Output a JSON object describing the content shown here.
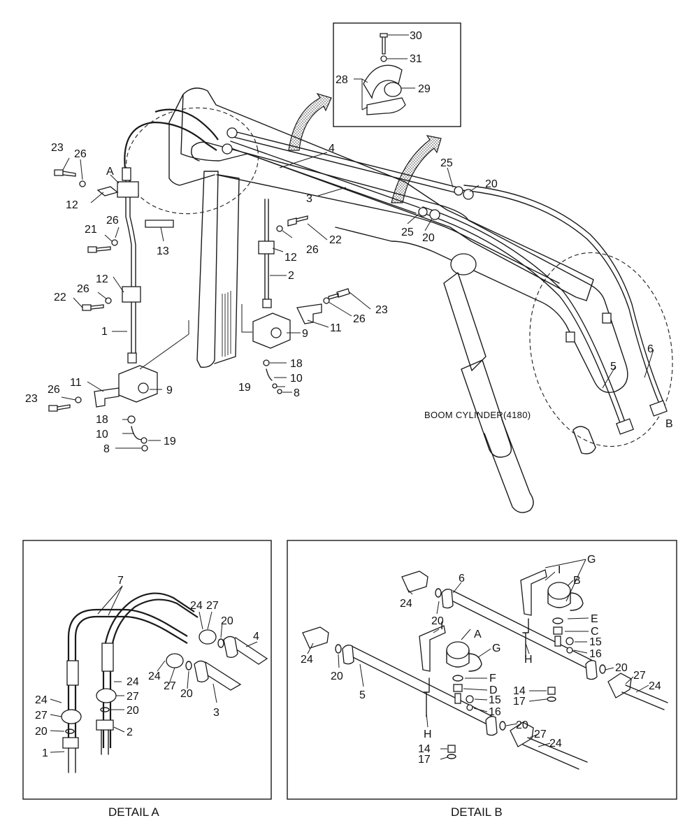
{
  "main_labels": {
    "n30": "30",
    "n31": "31",
    "n28": "28",
    "n29": "29",
    "n23a": "23",
    "n26a": "26",
    "nA": "A",
    "n12a": "12",
    "n4": "4",
    "n3": "3",
    "n25a": "25",
    "n20a": "20",
    "n25b": "25",
    "n20b": "20",
    "n21": "21",
    "n26b": "26",
    "n13": "13",
    "n12b": "12",
    "n26c": "26",
    "n22a": "22",
    "n2": "2",
    "n12c": "12",
    "n26d": "26",
    "n22b": "22",
    "n23b": "23",
    "n26e": "26",
    "n11a": "11",
    "n9a": "9",
    "n1": "1",
    "n18a": "18",
    "n10a": "10",
    "n19a": "19",
    "n8a": "8",
    "n11b": "11",
    "n9b": "9",
    "n23c": "23",
    "n26f": "26",
    "n18b": "18",
    "n10b": "10",
    "n19b": "19",
    "n8b": "8",
    "n6": "6",
    "n5": "5",
    "nB": "B",
    "boom_note": "BOOM CYLINDER(4180)"
  },
  "detail_a": {
    "caption": "DETAIL A",
    "n7": "7",
    "n24a": "24",
    "n27a": "27",
    "n20a": "20",
    "n4": "4",
    "n24b": "24",
    "n27b": "27",
    "n20b": "20",
    "n3": "3",
    "n24c": "24",
    "n27c": "27",
    "n20c": "20",
    "n2": "2",
    "n24d": "24",
    "n27d": "27",
    "n20d": "20",
    "n1": "1"
  },
  "detail_b": {
    "caption": "DETAIL B",
    "nG1": "G",
    "nI1": "I",
    "nB": "B",
    "n6": "6",
    "n24a": "24",
    "n20a": "20",
    "nE": "E",
    "nC": "C",
    "n15a": "15",
    "n16a": "16",
    "nH1": "H",
    "n24b": "24",
    "n20b": "20",
    "nI2": "I",
    "nA": "A",
    "nG2": "G",
    "n5": "5",
    "nF": "F",
    "nD": "D",
    "n15b": "15",
    "n16b": "16",
    "n14a": "14",
    "n17a": "17",
    "n20c": "20",
    "n27a": "27",
    "n24c": "24",
    "nH2": "H",
    "n14b": "14",
    "n17b": "17",
    "n20d": "20",
    "n27b": "27",
    "n24d": "24"
  }
}
